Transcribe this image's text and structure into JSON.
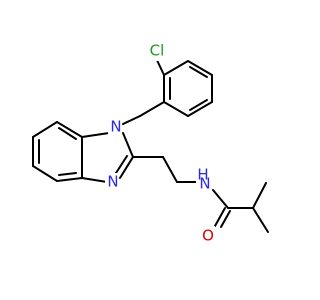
{
  "diagram": {
    "type": "chemical-structure",
    "background": "#ffffff",
    "bond_color": "#000000",
    "atom_labels": {
      "chlorine": {
        "text": "Cl",
        "color": "#1a9a1a"
      },
      "n_benzimidazole_1": {
        "text": "N",
        "color": "#2b2bdc"
      },
      "n_benzimidazole_3": {
        "text": "N",
        "color": "#2b2bdc"
      },
      "n_amide": {
        "text": "N",
        "color": "#2b2bdc"
      },
      "h_amide": {
        "text": "H",
        "color": "#2b2bdc"
      },
      "o_carbonyl": {
        "text": "O",
        "color": "#e00000"
      }
    }
  }
}
